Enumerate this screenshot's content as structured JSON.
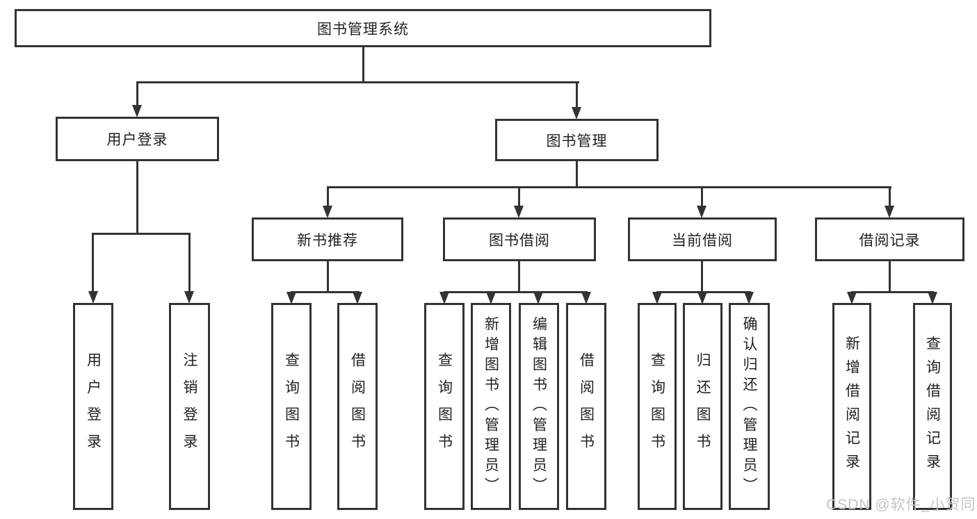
{
  "diagram": {
    "root": {
      "label": "图书管理系统"
    },
    "level2": [
      {
        "label": "用户登录"
      },
      {
        "label": "图书管理"
      }
    ],
    "level3": [
      {
        "label": "新书推荐",
        "parent": "图书管理"
      },
      {
        "label": "图书借阅",
        "parent": "图书管理"
      },
      {
        "label": "当前借阅",
        "parent": "图书管理"
      },
      {
        "label": "借阅记录",
        "parent": "图书管理"
      }
    ],
    "leaves": [
      {
        "label": "用户登录",
        "parent": "用户登录"
      },
      {
        "label": "注销登录",
        "parent": "用户登录"
      },
      {
        "label": "查询图书",
        "parent": "新书推荐"
      },
      {
        "label": "借阅图书",
        "parent": "新书推荐"
      },
      {
        "label": "查询图书",
        "parent": "图书借阅"
      },
      {
        "label": "新增图书（管理员）",
        "parent": "图书借阅"
      },
      {
        "label": "编辑图书（管理员）",
        "parent": "图书借阅"
      },
      {
        "label": "借阅图书",
        "parent": "图书借阅"
      },
      {
        "label": "查询图书",
        "parent": "当前借阅"
      },
      {
        "label": "归还图书",
        "parent": "当前借阅"
      },
      {
        "label": "确认归还（管理员）",
        "parent": "当前借阅"
      },
      {
        "label": "新增借阅记录",
        "parent": "借阅记录"
      },
      {
        "label": "查询借阅记录",
        "parent": "借阅记录"
      }
    ]
  },
  "watermark": {
    "text": "CSDN @软件_小贺同学",
    "color": "#c4c4c4"
  },
  "colors": {
    "line": "#333333",
    "text": "#212121",
    "background": "#ffffff",
    "box_fill": "#ffffff"
  }
}
